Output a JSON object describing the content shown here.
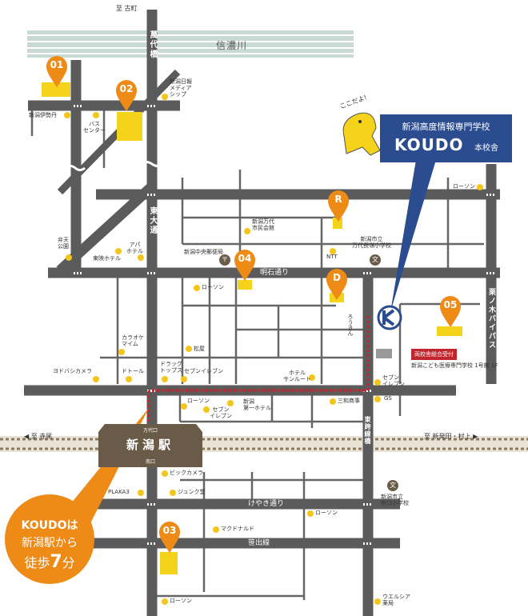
{
  "directions": {
    "north": "至 古町",
    "west": "◀ 至 寺尾",
    "east": "至 新発田・村上 ▶"
  },
  "river": "信濃川",
  "roads": {
    "bandaibashi": "萬代橋",
    "higashi_odori": "東大通",
    "akashi_dori": "明石通り",
    "kurinoki_bypass": "栗ノ木バイパス",
    "higashi_koro": "東跨線橋",
    "keyaki_dori": "けやき通り",
    "sasaguchi_sen": "笹出線"
  },
  "station": {
    "name": "新潟駅",
    "north_exit": "万代口",
    "south_exit": "南口"
  },
  "school": {
    "catch": "ここだよ!",
    "title": "新潟高度情報専門学校",
    "name": "KOUDO",
    "suffix": "本校舎"
  },
  "reception": {
    "badge": "両校舎総合受付",
    "place": "新潟こども医療専門学校 1号館 1F"
  },
  "walk": {
    "line1": "KOUDOは",
    "line2": "新潟駅から",
    "line3_prefix": "徒歩",
    "line3_number": "7",
    "line3_suffix": "分"
  },
  "pins": [
    "01",
    "02",
    "03",
    "04",
    "05",
    "R",
    "D"
  ],
  "landmarks": {
    "isetan": "新潟伊勢丹",
    "bus_center": "バス\nセンター",
    "nippo": "新潟日報\nメディア\nシップ",
    "lawson_1": "ローソン",
    "bandai_kaikan": "新潟万代\n市民会館",
    "chuo_post": "新潟中央郵便局",
    "lawson_2": "ローソン",
    "ntt": "NTT",
    "bandai_choro": "新潟市立\n万代長嶺小学校",
    "benten_park": "弁天\n公園",
    "toei_hotel": "東映ホテル",
    "apa_hotel": "アパ\nホテル",
    "karaoke": "カラオケ\nマイム",
    "matsuya": "松屋",
    "yodobashi": "ヨドバシカメラ",
    "d_tol": "ドトール",
    "drug_tops": "ドラッグ\nトップス",
    "seven_1": "セブンイレブン",
    "hotel_sunroute": "ホテル\nサンルート",
    "rouzan": "ろうきん",
    "seven_2": "セブン\nイレブン",
    "gs": "GS",
    "lawson_3": "ローソン",
    "seven_3": "セブン\nイレブン",
    "daiichi_hotel": "新潟\n第一ホテル",
    "sanwa": "三和商事",
    "bic_camera": "ビックカメラ",
    "plaka3": "PLAKA3",
    "junkudo": "ジュンク堂",
    "sasaguchi_school": "新潟市立\n笹口小学校",
    "lawson_4": "ローソン",
    "mcdonalds": "マクドナルド",
    "lawson_5": "ローソン",
    "welcia": "ウエルシア\n薬局"
  },
  "colors": {
    "road": "#5b5b5b",
    "pin": "#ee8a16",
    "plot": "#f4d31a",
    "koudo_blue": "#2b4c8f",
    "route_red": "#c0262e",
    "river": "#c9d9d4"
  }
}
